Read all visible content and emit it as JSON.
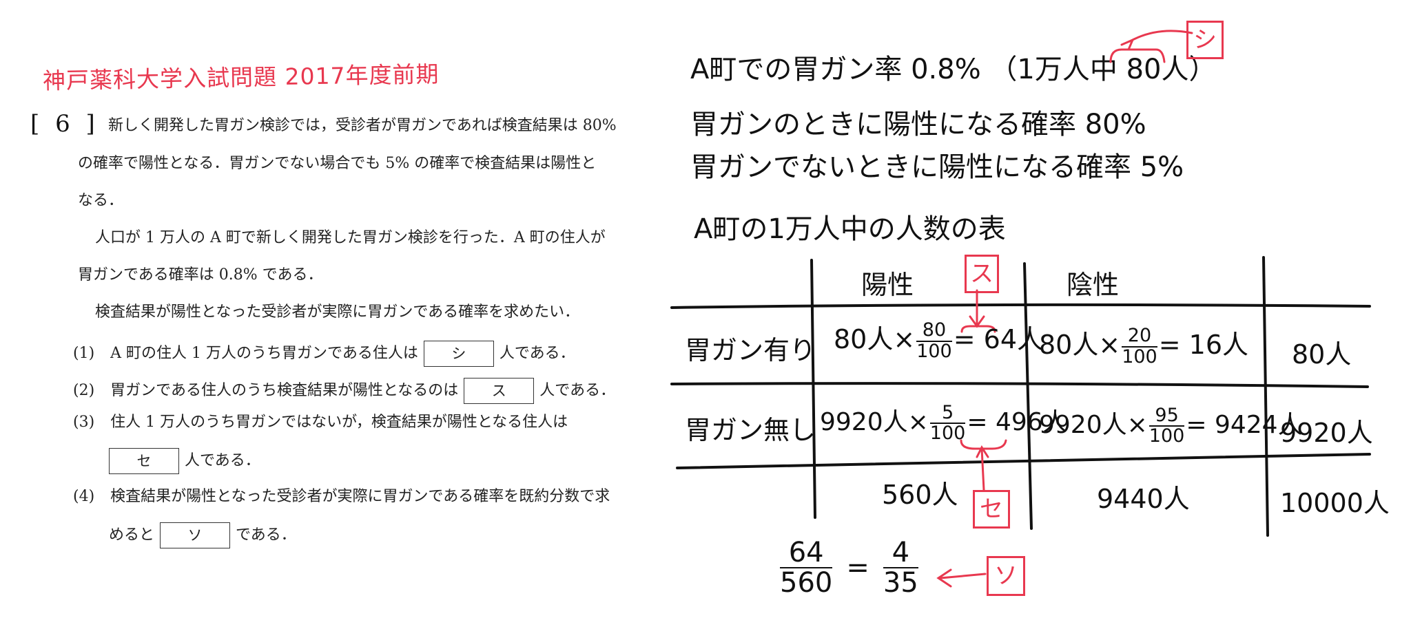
{
  "header": {
    "source": "神戸薬科大学入試問題 2017年度前期"
  },
  "problem": {
    "number": "[ 6 ]",
    "p1_line1": "新しく開発した胃ガン検診では，受診者が胃ガンであれば検査結果は 80%",
    "p1_line2": "の確率で陽性となる．胃ガンでない場合でも 5% の確率で検査結果は陽性と",
    "p1_line3": "なる．",
    "p2_line1": "人口が 1 万人の A 町で新しく開発した胃ガン検診を行った．A 町の住人が",
    "p2_line2": "胃ガンである確率は 0.8% である．",
    "p3": "検査結果が陽性となった受診者が実際に胃ガンである確率を求めたい．",
    "q1_num": "(1)",
    "q1_pre": "A 町の住人 1 万人のうち胃ガンである住人は",
    "q1_box": "シ",
    "q1_post": "人である．",
    "q2_num": "(2)",
    "q2_pre": "胃ガンである住人のうち検査結果が陽性となるのは",
    "q2_box": "ス",
    "q2_post": "人である．",
    "q3_num": "(3)",
    "q3_line1": "住人 1 万人のうち胃ガンではないが，検査結果が陽性となる住人は",
    "q3_box": "セ",
    "q3_post": "人である．",
    "q4_num": "(4)",
    "q4_line1": "検査結果が陽性となった受診者が実際に胃ガンである確率を既約分数で求",
    "q4_pre": "めると",
    "q4_box": "ソ",
    "q4_post": "である．"
  },
  "notes": {
    "line1": "A町での胃ガン率 0.8% （1万人中 80人）",
    "line2": "胃ガンのときに陽性になる確率 80%",
    "line3": "胃ガンでないときに陽性になる確率 5%",
    "table_title": "A町の1万人中の人数の表",
    "col_pos": "陽性",
    "col_neg": "陰性",
    "row1_label": "胃ガン有り",
    "row2_label": "胃ガン無し",
    "r1c1_a": "80人×",
    "r1c1_num": "80",
    "r1c1_den": "100",
    "r1c1_b": "= 64人",
    "r1c2_a": "80人×",
    "r1c2_num": "20",
    "r1c2_den": "100",
    "r1c2_b": "= 16人",
    "r1_total": "80人",
    "r2c1_a": "9920人×",
    "r2c1_num": "5",
    "r2c1_den": "100",
    "r2c1_b": "= 496人",
    "r2c2_a": "9920人×",
    "r2c2_num": "95",
    "r2c2_den": "100",
    "r2c2_b": "= 9424人",
    "r2_total": "9920人",
    "tot_pos": "560人",
    "tot_neg": "9440人",
    "grand_total": "10000人",
    "ans_num1": "64",
    "ans_den1": "560",
    "ans_eq": "=",
    "ans_num2": "4",
    "ans_den2": "35",
    "tag_shi": "シ",
    "tag_su": "ス",
    "tag_se": "セ",
    "tag_so": "ソ"
  },
  "colors": {
    "annotation_red": "#e8384f",
    "ink": "#111111"
  }
}
